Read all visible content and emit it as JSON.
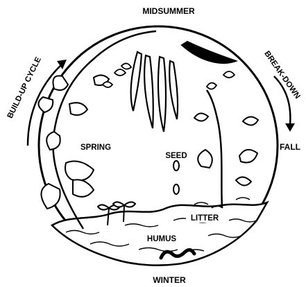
{
  "diagram": {
    "labels": {
      "midsummer": "MIDSUMMER",
      "build_up_cycle": "BUILD-UP CYCLE",
      "break_down": "BREAK-DOWN",
      "spring": "SPRING",
      "seed": "SEED",
      "fall": "FALL",
      "litter": "LITTER",
      "humus": "HUMUS",
      "winter": "WINTER"
    }
  }
}
